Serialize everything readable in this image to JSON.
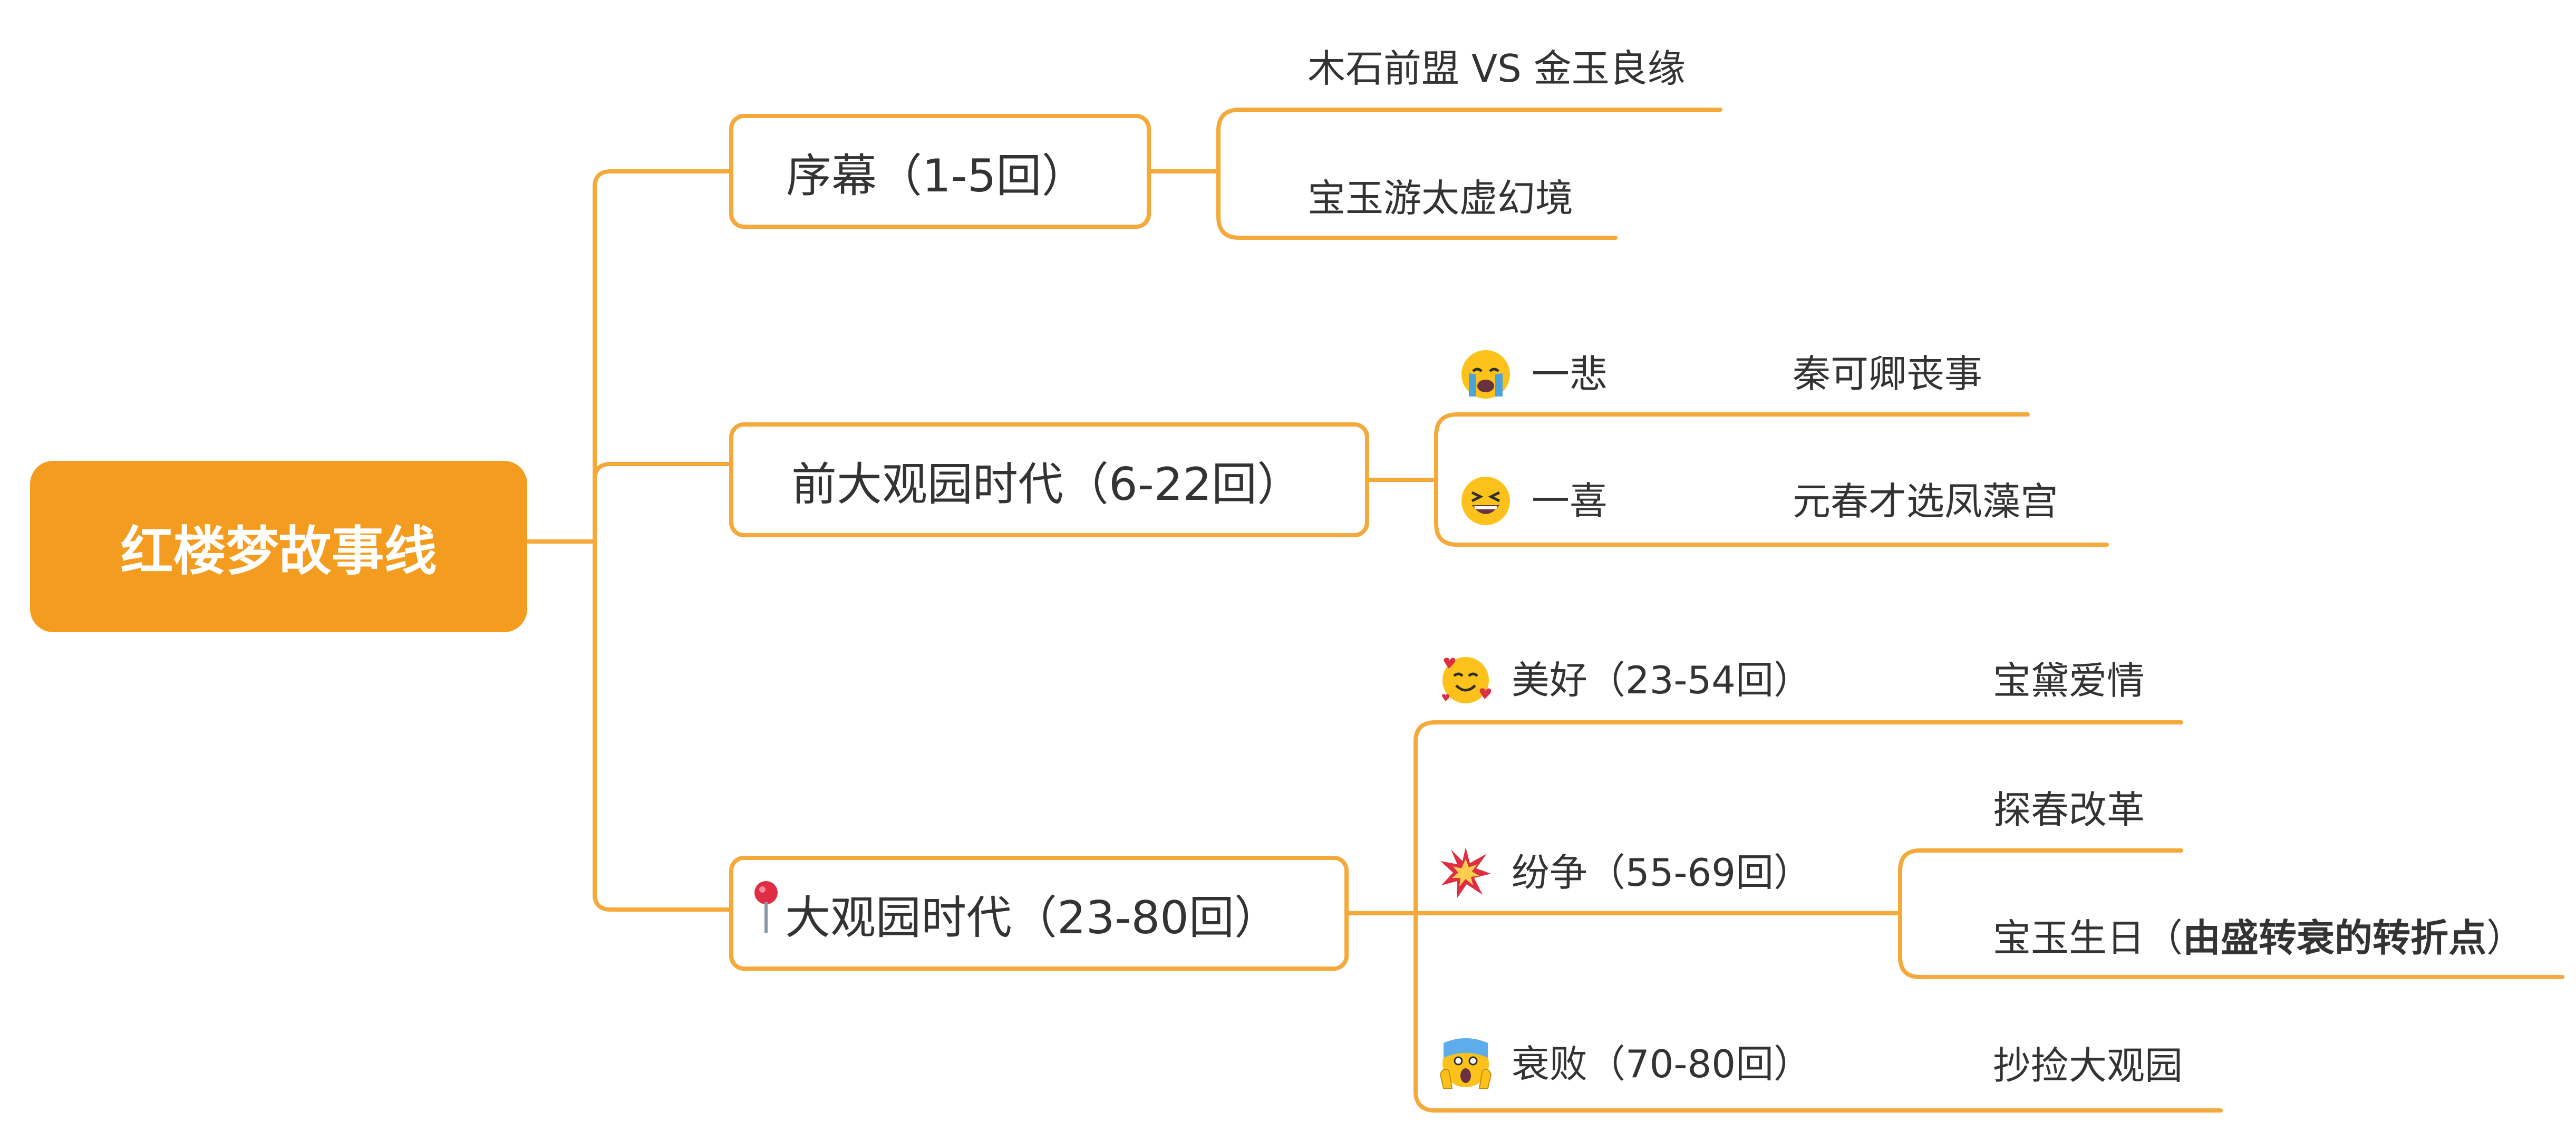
{
  "root": {
    "label": "红楼梦故事线"
  },
  "branches": [
    {
      "label": "序幕（1-5回）",
      "children": [
        {
          "label": "木石前盟 VS 金玉良缘"
        },
        {
          "label": "宝玉游太虚幻境"
        }
      ]
    },
    {
      "label": "前大观园时代（6-22回）",
      "children": [
        {
          "icon": "crying-face-icon",
          "label": "一悲",
          "detail": "秦可卿丧事"
        },
        {
          "icon": "grinning-face-icon",
          "label": "一喜",
          "detail": "元春才选凤藻宫"
        }
      ]
    },
    {
      "icon": "pushpin-icon",
      "label": "大观园时代（23-80回）",
      "children": [
        {
          "icon": "smiling-face-with-hearts-icon",
          "label": "美好（23-54回）",
          "detail": "宝黛爱情"
        },
        {
          "icon": "collision-icon",
          "label": "纷争（55-69回）",
          "details": [
            {
              "label": "探春改革"
            },
            {
              "label_prefix": "宝玉生日（",
              "label_bold": "由盛转衰的转折点",
              "label_suffix": "）"
            }
          ]
        },
        {
          "icon": "screaming-face-icon",
          "label": "衰败（70-80回）",
          "detail": "抄捡大观园"
        }
      ]
    }
  ],
  "colors": {
    "accent": "#f39c1f",
    "line": "#f5a93a",
    "text": "#333333"
  }
}
